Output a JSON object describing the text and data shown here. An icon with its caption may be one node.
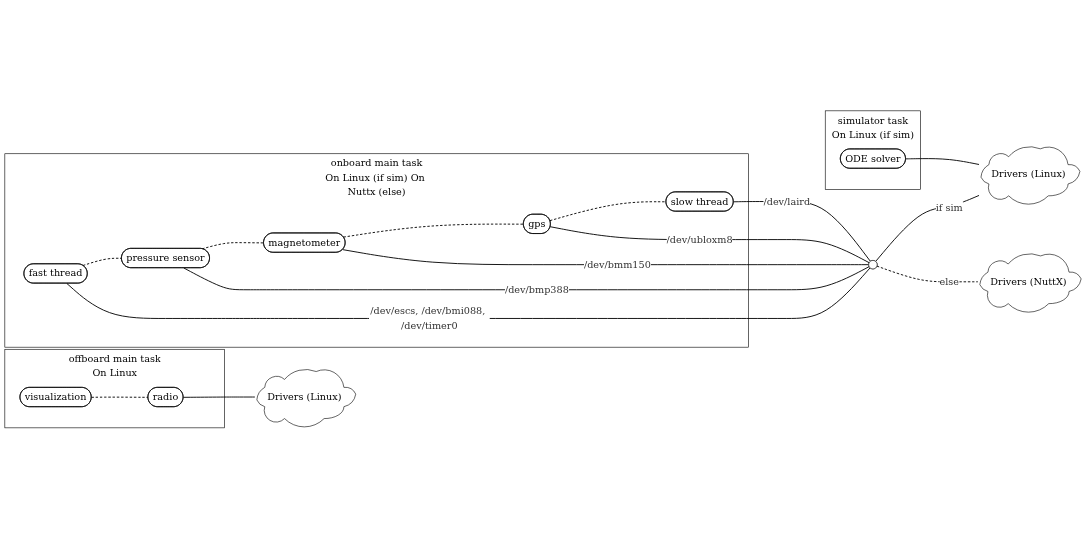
{
  "diagram": {
    "nodes": [
      {
        "text": [
          "onboard main task",
          "On Linux (if sim) On Nuttx (else)"
        ]
      },
      {
        "text": [
          "fast thread"
        ],
        "in": 0
      },
      {
        "text": [
          "pressure sensor"
        ],
        "in": 0
      },
      {
        "text": [
          "magnetometer"
        ],
        "in": 0
      },
      {
        "text": [
          "gps"
        ],
        "in": 0
      },
      {
        "text": [
          "slow thread"
        ],
        "in": 0
      },
      {
        "text": [
          "offboard main task",
          "On Linux"
        ]
      },
      {
        "text": [
          "visualization"
        ],
        "in": 6
      },
      {
        "text": [
          "radio"
        ],
        "in": 6
      },
      {
        "text": [
          "Drivers (Linux)"
        ]
      },
      {
        "text": [],
        "shape": "dot"
      },
      {
        "text": [
          "simulator task",
          "On Linux (if sim)"
        ]
      },
      {
        "text": [
          "ODE solver"
        ],
        "in": 11
      },
      {
        "text": [
          "Drivers (Linux)"
        ]
      },
      {
        "text": [
          "Drivers (NuttX)"
        ]
      }
    ],
    "edges": [
      {
        "from": 1,
        "to": 2,
        "arrow": "none",
        "style": "dashed"
      },
      {
        "from": 2,
        "to": 3,
        "arrow": "none",
        "style": "dashed"
      },
      {
        "from": 3,
        "to": 4,
        "arrow": "none",
        "style": "dashed"
      },
      {
        "from": 4,
        "to": 5,
        "arrow": "none",
        "style": "dashed"
      },
      {
        "from": 1,
        "to": 10,
        "arrow": "none",
        "label": "/dev/escs, /dev/bmi088, /dev/timer0"
      },
      {
        "from": 2,
        "to": 10,
        "arrow": "none",
        "label": "/dev/bmp388"
      },
      {
        "from": 3,
        "to": 10,
        "arrow": "none",
        "label": "/dev/bmm150"
      },
      {
        "from": 4,
        "to": 10,
        "arrow": "none",
        "label": "/dev/ubloxm8"
      },
      {
        "from": 5,
        "to": 10,
        "arrow": "none",
        "label": "/dev/laird"
      },
      {
        "from": 7,
        "to": 8,
        "arrow": "none",
        "style": "dashed"
      },
      {
        "from": 8,
        "to": 9,
        "arrow": "none"
      },
      {
        "from": 10,
        "to": 13,
        "arrow": "none",
        "label": "if sim"
      },
      {
        "from": 10,
        "to": 14,
        "arrow": "none",
        "label": "else",
        "style": "dashed"
      },
      {
        "from": 12,
        "to": 13,
        "arrow": "none"
      }
    ]
  }
}
